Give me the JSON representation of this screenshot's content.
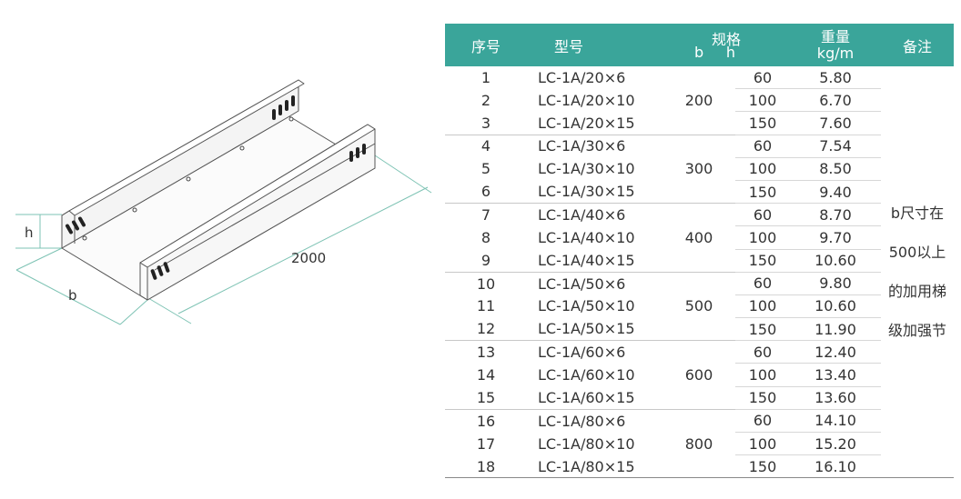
{
  "drawing": {
    "label_h": "h",
    "label_b": "b",
    "label_length": "2000"
  },
  "table": {
    "headers": {
      "seq": "序号",
      "model": "型号",
      "spec": "规格",
      "spec_b": "b",
      "spec_h": "h",
      "weight_line1": "重量",
      "weight_line2": "kg/m",
      "note": "备注"
    },
    "groups": [
      {
        "b": "200",
        "rows": [
          {
            "seq": "1",
            "model": "LC-1A/20×6",
            "h": "60",
            "weight": "5.80"
          },
          {
            "seq": "2",
            "model": "LC-1A/20×10",
            "h": "100",
            "weight": "6.70"
          },
          {
            "seq": "3",
            "model": "LC-1A/20×15",
            "h": "150",
            "weight": "7.60"
          }
        ]
      },
      {
        "b": "300",
        "rows": [
          {
            "seq": "4",
            "model": "LC-1A/30×6",
            "h": "60",
            "weight": "7.54"
          },
          {
            "seq": "5",
            "model": "LC-1A/30×10",
            "h": "100",
            "weight": "8.50"
          },
          {
            "seq": "6",
            "model": "LC-1A/30×15",
            "h": "150",
            "weight": "9.40"
          }
        ]
      },
      {
        "b": "400",
        "rows": [
          {
            "seq": "7",
            "model": "LC-1A/40×6",
            "h": "60",
            "weight": "8.70"
          },
          {
            "seq": "8",
            "model": "LC-1A/40×10",
            "h": "100",
            "weight": "9.70"
          },
          {
            "seq": "9",
            "model": "LC-1A/40×15",
            "h": "150",
            "weight": "10.60"
          }
        ]
      },
      {
        "b": "500",
        "rows": [
          {
            "seq": "10",
            "model": "LC-1A/50×6",
            "h": "60",
            "weight": "9.80"
          },
          {
            "seq": "11",
            "model": "LC-1A/50×10",
            "h": "100",
            "weight": "10.60"
          },
          {
            "seq": "12",
            "model": "LC-1A/50×15",
            "h": "150",
            "weight": "11.90"
          }
        ]
      },
      {
        "b": "600",
        "rows": [
          {
            "seq": "13",
            "model": "LC-1A/60×6",
            "h": "60",
            "weight": "12.40"
          },
          {
            "seq": "14",
            "model": "LC-1A/60×10",
            "h": "100",
            "weight": "13.40"
          },
          {
            "seq": "15",
            "model": "LC-1A/60×15",
            "h": "150",
            "weight": "13.60"
          }
        ]
      },
      {
        "b": "800",
        "rows": [
          {
            "seq": "16",
            "model": "LC-1A/80×6",
            "h": "60",
            "weight": "14.10"
          },
          {
            "seq": "17",
            "model": "LC-1A/80×10",
            "h": "100",
            "weight": "15.20"
          },
          {
            "seq": "18",
            "model": "LC-1A/80×15",
            "h": "150",
            "weight": "16.10"
          }
        ]
      }
    ],
    "note_lines": [
      "b尺寸在",
      "500以上",
      "的加用梯",
      "级加强节"
    ]
  },
  "colors": {
    "header_bg": "#3aa59a",
    "dimension_line": "#7ec3b4",
    "outline": "#555555"
  }
}
